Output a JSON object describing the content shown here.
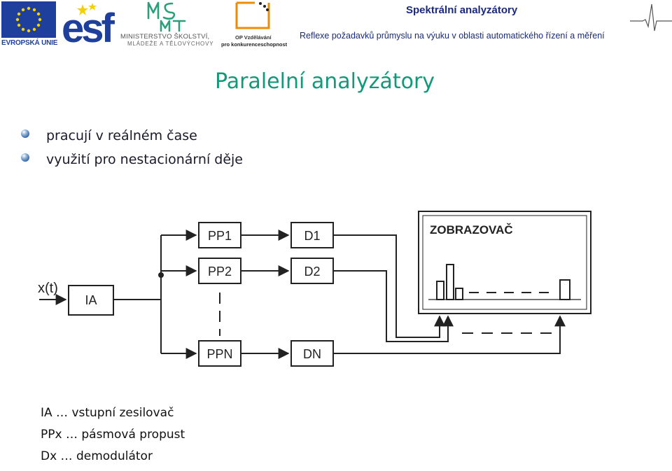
{
  "header": {
    "eu_label": "EVROPSKÁ UNIE",
    "ministry_line1": "MINISTERSTVO ŠKOLSTVÍ,",
    "ministry_line2": "MLÁDEŽE A TĚLOVÝCHOVY",
    "op_line1": "OP Vzdělávání",
    "op_line2": "pro konkurenceschopnost",
    "title": "Spektrální analyzátory",
    "subtitle": "Reflexe požadavků průmyslu na výuku v oblasti automatického řízení a měření"
  },
  "slide": {
    "title": "Paralelní analyzátory",
    "bullets": [
      "pracují v reálném čase",
      "využití pro nestacionární děje"
    ]
  },
  "diagram": {
    "input_label": "x(t)",
    "amplifier_label": "IA",
    "filters": [
      "PP1",
      "PP2",
      "PPN"
    ],
    "demodulators": [
      "D1",
      "D2",
      "DN"
    ],
    "display_label": "ZOBRAZOVAČ"
  },
  "legend": [
    "IA … vstupní zesilovač",
    "PPx … pásmová propust",
    "Dx … demodulátor"
  ],
  "colors": {
    "title": "#119a79",
    "header_text": "#1a2a7a",
    "eu_blue": "#1f3f9c"
  }
}
